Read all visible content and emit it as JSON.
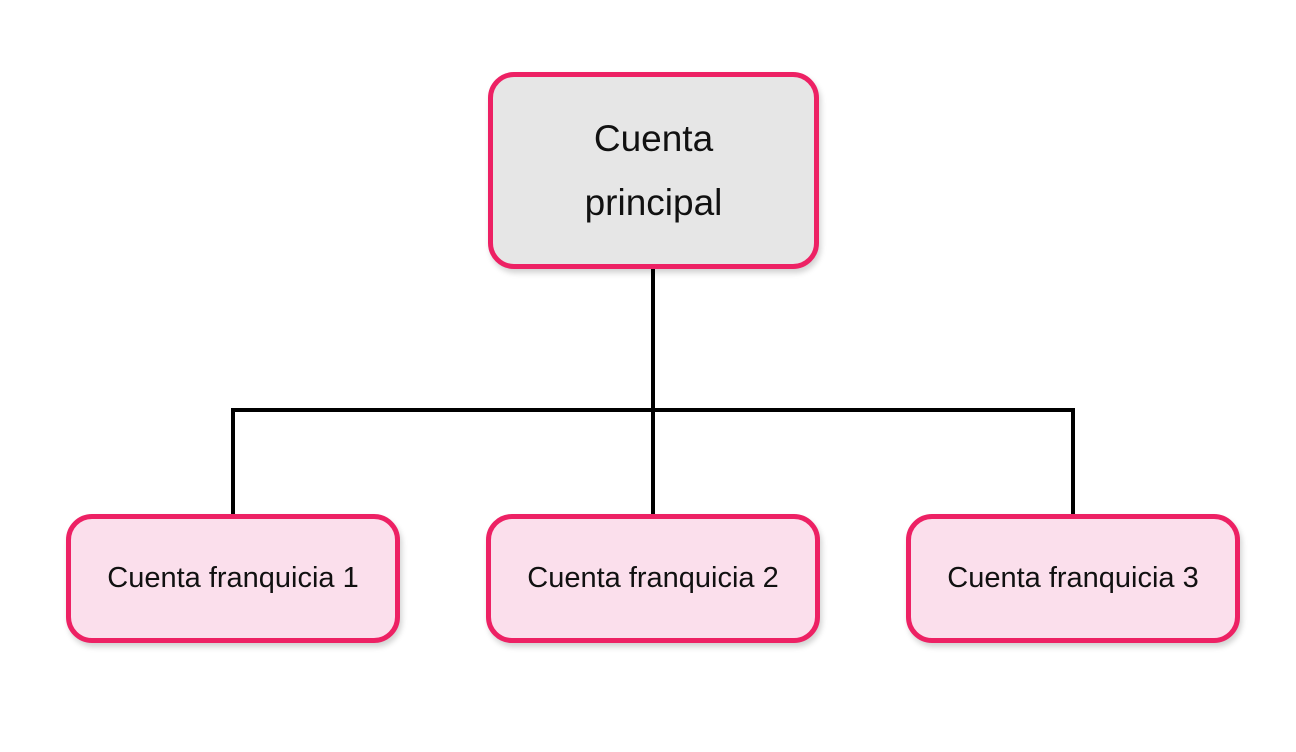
{
  "diagram": {
    "type": "org-chart",
    "root": {
      "label": "Cuenta principal"
    },
    "children": [
      {
        "label": "Cuenta franquicia 1"
      },
      {
        "label": "Cuenta franquicia 2"
      },
      {
        "label": "Cuenta franquicia 3"
      }
    ],
    "colors": {
      "accent_border": "#ED2164",
      "root_fill": "#E6E6E6",
      "child_fill": "#FBDFEC",
      "connector": "#000000",
      "text": "#111111",
      "background": "#FFFFFF"
    }
  }
}
